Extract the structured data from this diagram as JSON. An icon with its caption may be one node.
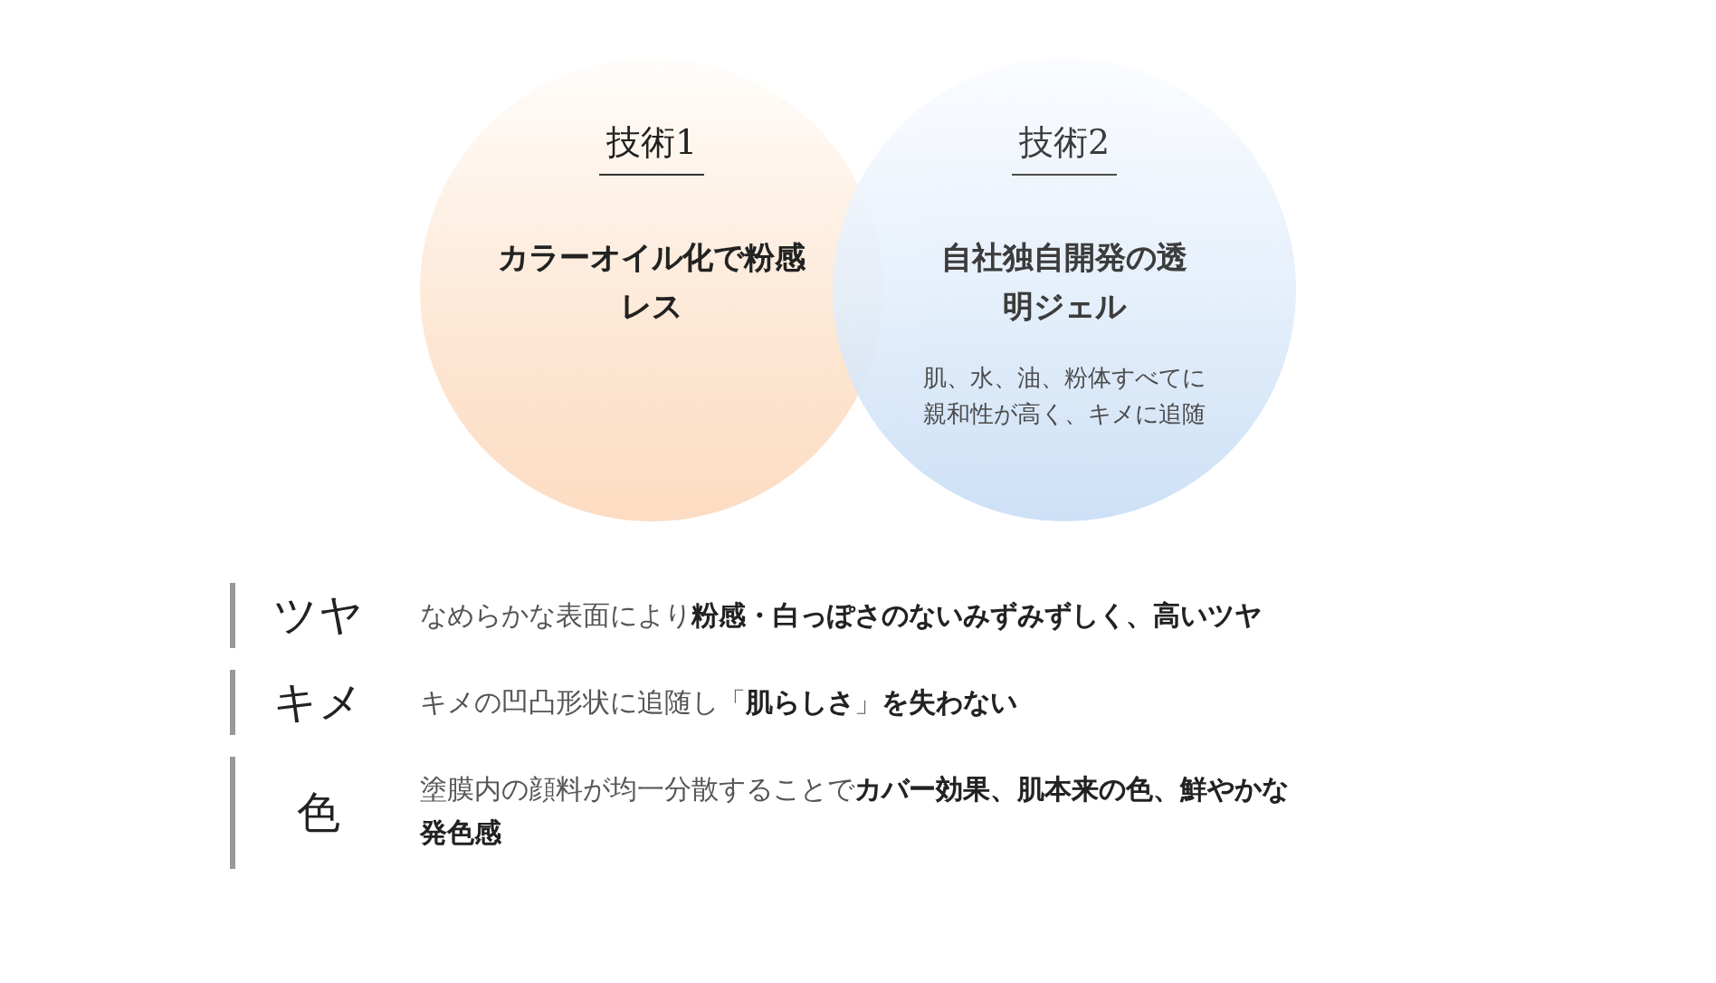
{
  "diagram": {
    "nodes": [
      {
        "text": [
          "技術1",
          "カラーオイル化で粉感レス"
        ]
      },
      {
        "text": [
          "技術2",
          "自社独自開発の透明ジェル",
          "肌、水、油、粉体すべてに親和性が高く、キメに追随"
        ]
      }
    ],
    "labels": [
      "ツヤ",
      "なめらかな表面により**粉感・白っぽさのないみずみずしく、高いツヤ**",
      "キメ",
      "キメの凹凸形状に追随し「**肌らしさ**」**を失わない**",
      "色",
      "塗膜内の顔料が均一分散することで**カバー効果、肌本来の色、鮮やかな発色感**"
    ]
  }
}
